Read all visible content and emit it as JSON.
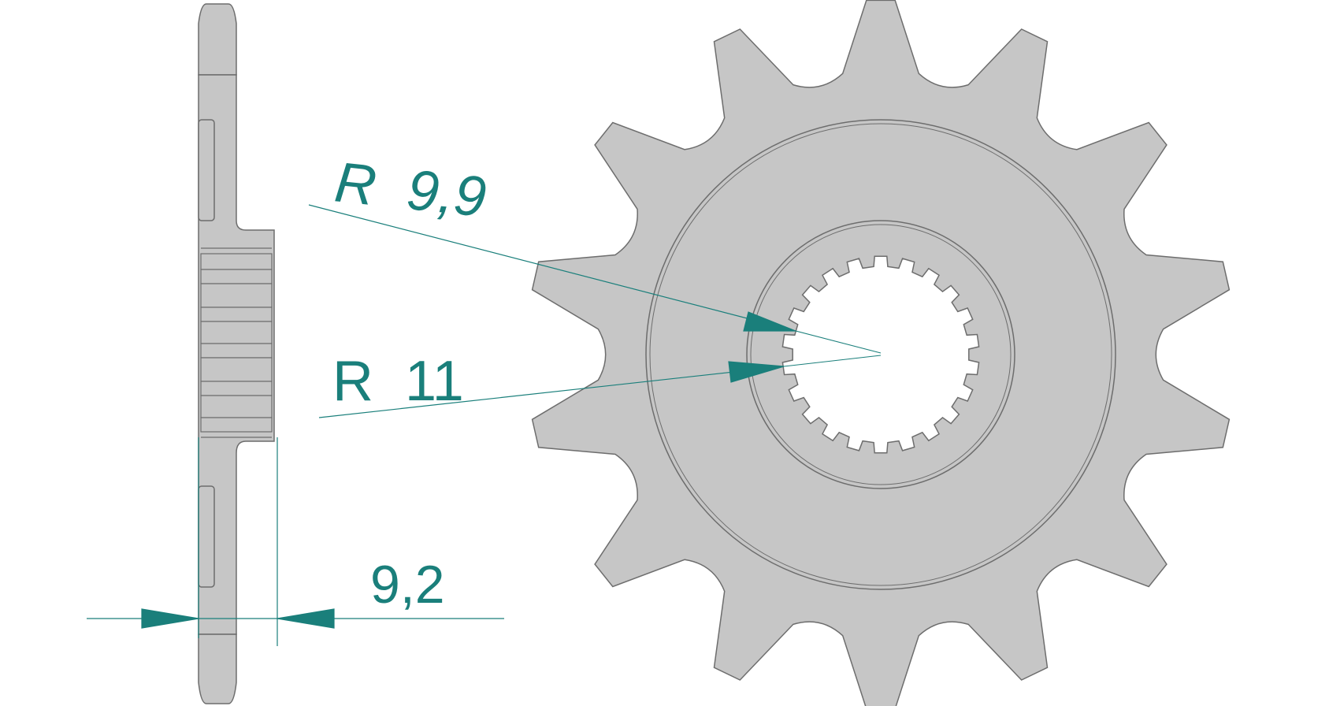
{
  "colors": {
    "metal": "#c6c6c6",
    "outline": "#6d6d6d",
    "dimension": "#1a7f7b",
    "background": "#ffffff"
  },
  "labels": {
    "radius_outer": "R  9,9",
    "radius_inner": "R  11",
    "thickness": "9,2"
  },
  "sprocket": {
    "teeth": 14,
    "spline_teeth": 22
  },
  "icons": {
    "arrowhead": "filled-triangle-arrow-icon"
  }
}
